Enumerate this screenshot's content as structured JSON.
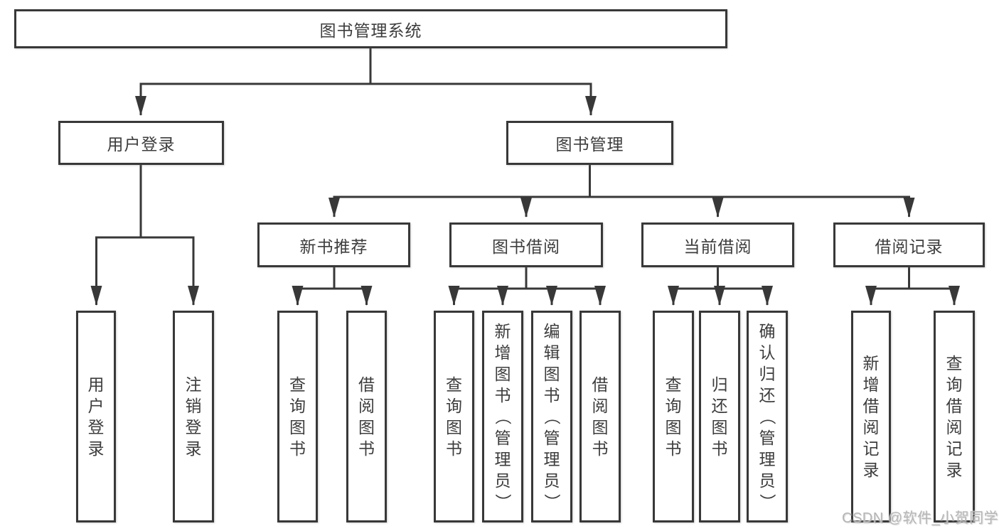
{
  "tree": {
    "root": {
      "label": "图书管理系统"
    },
    "branches": [
      {
        "label": "用户登录",
        "children": [
          {
            "label": "用户登录"
          },
          {
            "label": "注销登录"
          }
        ]
      },
      {
        "label": "图书管理",
        "children": [
          {
            "label": "新书推荐",
            "children": [
              {
                "label": "查询图书"
              },
              {
                "label": "借阅图书"
              }
            ]
          },
          {
            "label": "图书借阅",
            "children": [
              {
                "label": "查询图书"
              },
              {
                "label": "新增图书（管理员）"
              },
              {
                "label": "编辑图书（管理员）"
              },
              {
                "label": "借阅图书"
              }
            ]
          },
          {
            "label": "当前借阅",
            "children": [
              {
                "label": "查询图书"
              },
              {
                "label": "归还图书"
              },
              {
                "label": "确认归还（管理员）"
              }
            ]
          },
          {
            "label": "借阅记录",
            "children": [
              {
                "label": "新增借阅记录"
              },
              {
                "label": "查询借阅记录"
              }
            ]
          }
        ]
      }
    ]
  },
  "watermark": {
    "text": "CSDN @软件_小贺同学"
  },
  "colors": {
    "line": "#383838",
    "text": "#3d3d3d",
    "background": "#ffffff",
    "watermark": "#b5b5b5"
  }
}
